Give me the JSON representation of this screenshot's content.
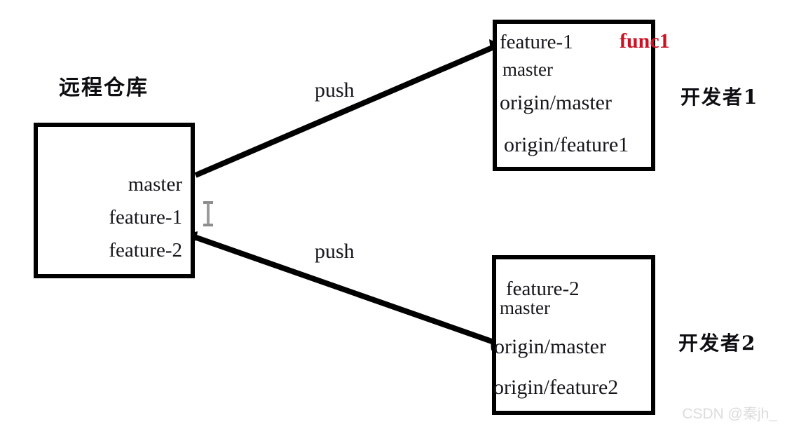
{
  "diagram": {
    "title": "远程仓库",
    "watermark": "CSDN @秦jh_",
    "accent_red": "#cc1124",
    "line_color": "#000000",
    "text_color": "#15151c"
  },
  "remote_repo": {
    "title": "远程仓库",
    "branches": [
      {
        "name": "master"
      },
      {
        "name": "feature-1"
      },
      {
        "name": "feature-2"
      }
    ]
  },
  "developer1": {
    "label": "开发者1",
    "branches": [
      {
        "name": "feature-1"
      },
      {
        "name": "master"
      },
      {
        "name": "origin/master"
      },
      {
        "name": "origin/feature1"
      }
    ],
    "annotation": "func1"
  },
  "developer2": {
    "label": "开发者2",
    "branches": [
      {
        "name": "feature-2"
      },
      {
        "name": "master"
      },
      {
        "name": "origin/master"
      },
      {
        "name": "origin/feature2"
      }
    ]
  },
  "edges": [
    {
      "label": "push",
      "from": "remote-repo.master",
      "to": "developer1.feature-1"
    },
    {
      "label": "push",
      "from": "remote-repo.feature-2",
      "to": "developer2.origin/master"
    }
  ],
  "cursor": {
    "kind": "text-caret-icon"
  }
}
